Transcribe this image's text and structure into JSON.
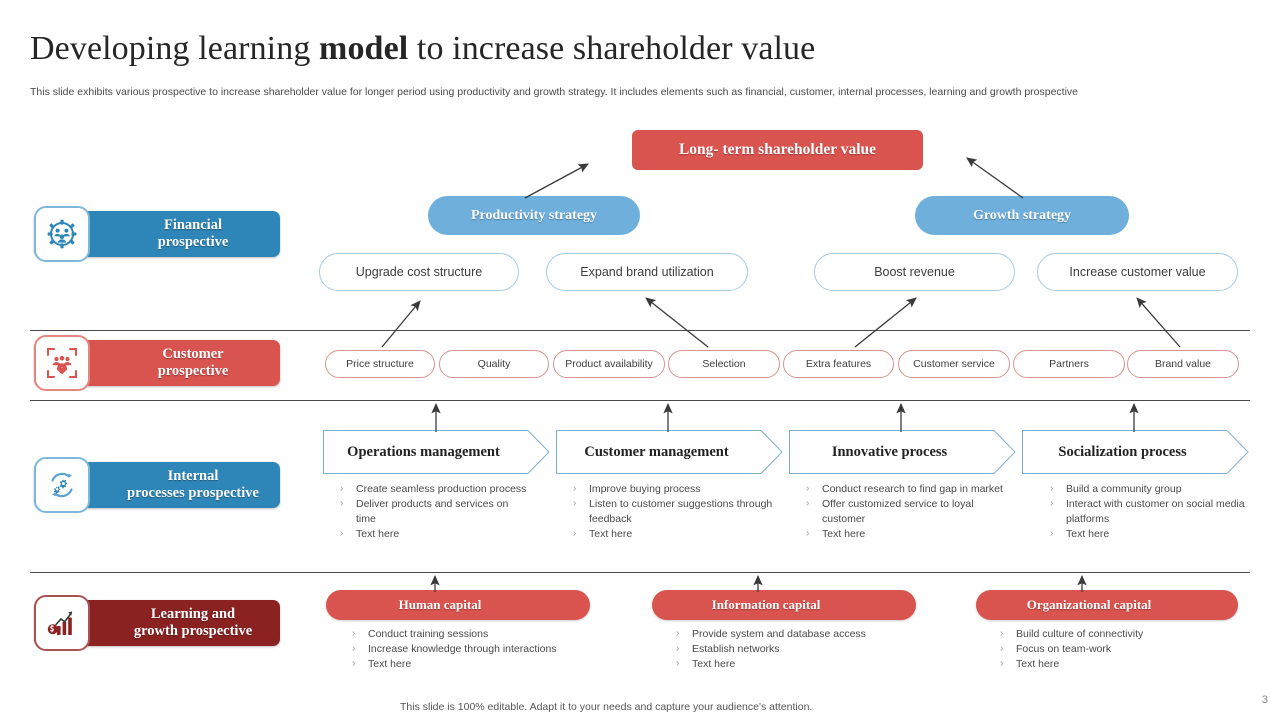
{
  "header": {
    "title_part1": "Developing learning ",
    "title_bold": "model",
    "title_part2": " to increase shareholder value",
    "subtitle": "This slide exhibits various prospective to increase shareholder value for longer period using productivity and growth strategy. It includes elements such as financial, customer, internal processes, learning and growth prospective"
  },
  "colors": {
    "red": "#D9534F",
    "dark_red": "#8B2222",
    "blue": "#2E86B8",
    "light_blue": "#6FAFDB",
    "capsule_border": "#A8CBE2",
    "pill_border": "#D9948F"
  },
  "perspectives": [
    {
      "id": "financial",
      "label_line1": "Financial",
      "label_line2": "prospective",
      "icon": "gear-people-icon",
      "style": "blue"
    },
    {
      "id": "customer",
      "label_line1": "Customer",
      "label_line2": "prospective",
      "icon": "customer-group-icon",
      "style": "red"
    },
    {
      "id": "internal-processes",
      "label_line1": "Internal",
      "label_line2": "processes prospective",
      "icon": "process-gears-icon",
      "style": "blue"
    },
    {
      "id": "learning-growth",
      "label_line1": "Learning and",
      "label_line2": "growth prospective",
      "icon": "growth-chart-icon",
      "style": "dark-red"
    }
  ],
  "top": {
    "goal": "Long- term shareholder value",
    "strategy_left": "Productivity strategy",
    "strategy_right": "Growth strategy"
  },
  "financial_items": [
    "Upgrade cost structure",
    "Expand brand utilization",
    "Boost revenue",
    "Increase customer value"
  ],
  "customer_items": [
    "Price structure",
    "Quality",
    "Product availability",
    "Selection",
    "Extra features",
    "Customer service",
    "Partners",
    "Brand value"
  ],
  "processes": [
    {
      "title": "Operations management",
      "bullets": [
        "Create seamless production process",
        "Deliver products and services on time",
        "Text here"
      ]
    },
    {
      "title": "Customer management",
      "bullets": [
        "Improve buying process",
        "Listen to customer suggestions through feedback",
        "Text here"
      ]
    },
    {
      "title": "Innovative process",
      "bullets": [
        "Conduct research to find gap in market",
        "Offer customized service to loyal customer",
        "Text here"
      ]
    },
    {
      "title": "Socialization process",
      "bullets": [
        "Build a community group",
        "Interact with customer on social media platforms",
        "Text here"
      ]
    }
  ],
  "capitals": [
    {
      "title": "Human capital",
      "bullets": [
        "Conduct training sessions",
        "Increase knowledge through interactions",
        "Text here"
      ]
    },
    {
      "title": "Information capital",
      "bullets": [
        "Provide system and database access",
        "Establish networks",
        "Text here"
      ]
    },
    {
      "title": "Organizational capital",
      "bullets": [
        "Build culture of connectivity",
        "Focus on team-work",
        "Text here"
      ]
    }
  ],
  "footer": {
    "note": "This slide is 100% editable. Adapt it to your needs and capture your audience's attention.",
    "page_number": "3"
  },
  "bullet_marker": "›"
}
